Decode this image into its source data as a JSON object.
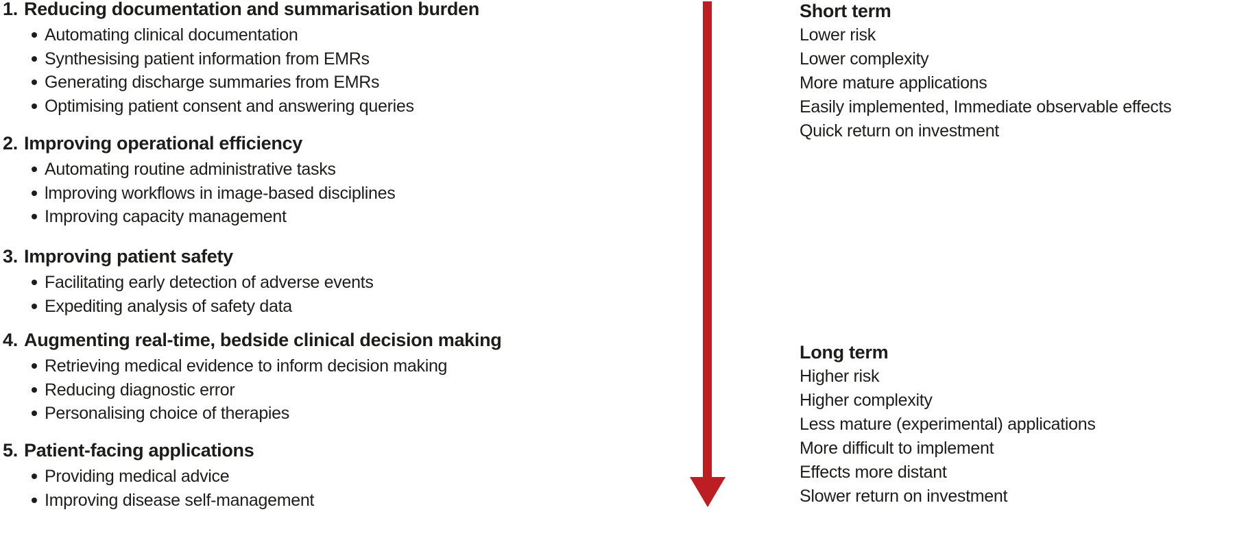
{
  "colors": {
    "text": "#1d1d1b",
    "arrow": "#bd1e24"
  },
  "sections": [
    {
      "number": "1.",
      "title": "Reducing documentation and summarisation burden",
      "bullets": [
        "Automating clinical documentation",
        "Synthesising patient information from EMRs",
        "Generating discharge summaries from EMRs",
        "Optimising patient consent and answering queries"
      ]
    },
    {
      "number": "2.",
      "title": "Improving operational efficiency",
      "bullets": [
        "Automating routine administrative tasks",
        "lmproving workflows in image-based disciplines",
        "Improving capacity management"
      ]
    },
    {
      "number": "3.",
      "title": "Improving patient safety",
      "bullets": [
        "Facilitating early detection of adverse events",
        "Expediting analysis of safety data"
      ]
    },
    {
      "number": "4.",
      "title": "Augmenting real-time, bedside clinical decision making",
      "bullets": [
        "Retrieving medical evidence to inform decision making",
        "Reducing diagnostic error",
        "Personalising choice of therapies"
      ]
    },
    {
      "number": "5.",
      "title": "Patient-facing applications",
      "bullets": [
        "Providing medical advice",
        "Improving disease self-management"
      ]
    }
  ],
  "timeline": {
    "short_term": {
      "title": "Short term",
      "items": [
        "Lower risk",
        "Lower complexity",
        "More mature applications",
        "Easily implemented, Immediate observable effects",
        "Quick return on investment"
      ]
    },
    "long_term": {
      "title": "Long term",
      "items": [
        "Higher risk",
        "Higher complexity",
        "Less mature (experimental) applications",
        "More difficult to implement",
        "Effects more distant",
        "Slower return on investment"
      ]
    }
  }
}
